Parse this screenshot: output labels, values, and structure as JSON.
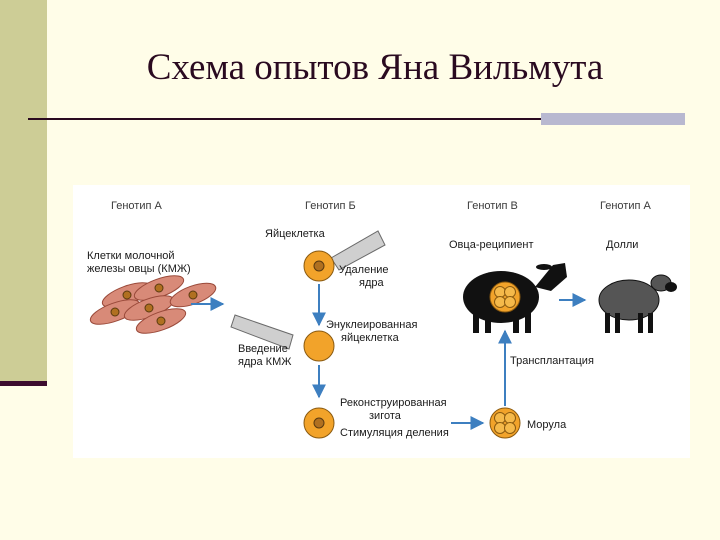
{
  "slide": {
    "title": "Схема опытов Яна Вильмута",
    "accent_color": "#cdcd96",
    "title_color": "#2a0a20"
  },
  "diagram": {
    "genotypes": [
      "Генотип А",
      "Генотип Б",
      "Генотип В",
      "Генотип А"
    ],
    "labels": {
      "mammary_cells_1": "Клетки молочной",
      "mammary_cells_2": "железы овцы (КМЖ)",
      "egg": "Яйцеклетка",
      "removal_1": "Удаление",
      "removal_2": "ядра",
      "enucleated_1": "Энуклеированная",
      "enucleated_2": "яйцеклетка",
      "insertion_1": "Введение",
      "insertion_2": "ядра КМЖ",
      "reconstructed_1": "Реконструированная",
      "reconstructed_2": "зигота",
      "stimulation": "Стимуляция деления",
      "morula": "Морула",
      "transplantation": "Трансплантация",
      "recipient": "Овца-реципиент",
      "dolly": "Долли"
    },
    "colors": {
      "arrow": "#3d7fc0",
      "cell_fill": "#f2a32a",
      "nucleus_fill": "#b07020",
      "mammary_cell": "#d88a78",
      "pipette": "#cfcfcf"
    }
  }
}
